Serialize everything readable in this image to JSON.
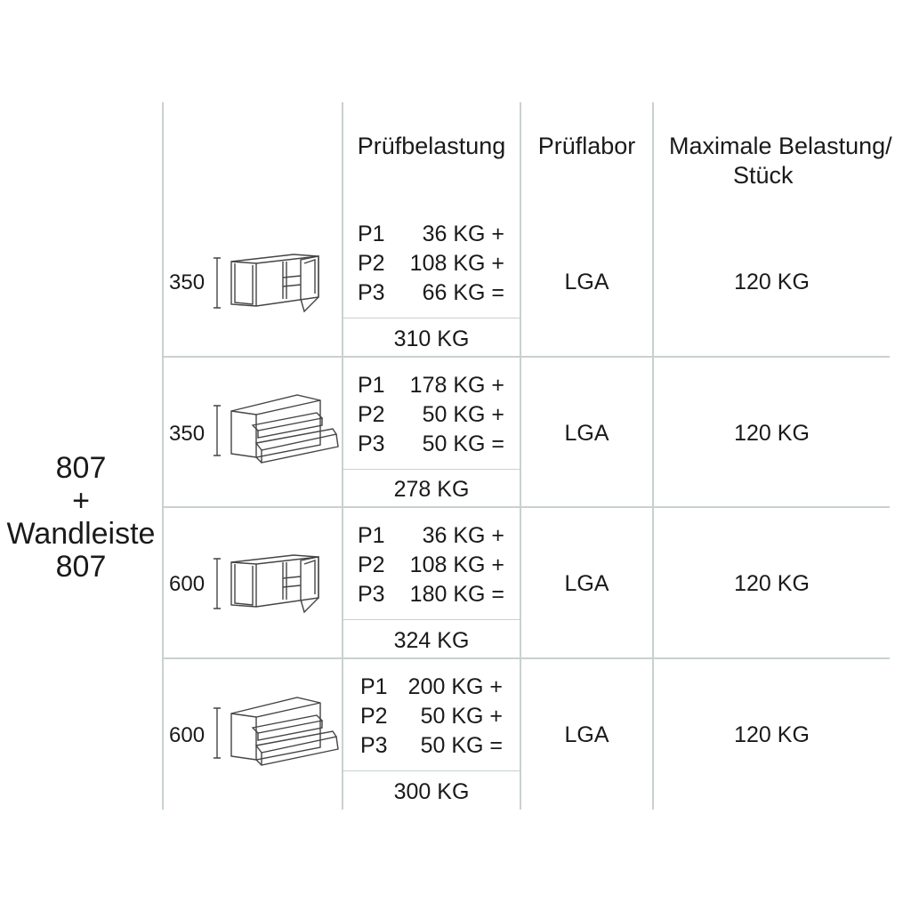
{
  "left_label": {
    "line1": "807",
    "line2": "+",
    "line3": "Wandleiste",
    "line4": "807"
  },
  "header": {
    "pruefbelastung": "Prüfbelastung",
    "prueflabor": "Prüflabor",
    "max_line1": "Maximale Belastung/",
    "max_line2": "Stück"
  },
  "rows": [
    {
      "dimension": "350",
      "cabinet_icon": "cabinet-doors-icon",
      "loads": [
        {
          "label": "P1",
          "value": "36 KG +"
        },
        {
          "label": "P2",
          "value": "108 KG +"
        },
        {
          "label": "P3",
          "value": "66 KG ="
        }
      ],
      "total": "310 KG",
      "labor": "LGA",
      "max": "120 KG"
    },
    {
      "dimension": "350",
      "cabinet_icon": "cabinet-drawers-icon",
      "loads": [
        {
          "label": "P1",
          "value": "178 KG +"
        },
        {
          "label": "P2",
          "value": "50 KG +"
        },
        {
          "label": "P3",
          "value": "50 KG ="
        }
      ],
      "total": "278 KG",
      "labor": "LGA",
      "max": "120 KG"
    },
    {
      "dimension": "600",
      "cabinet_icon": "cabinet-doors-icon",
      "loads": [
        {
          "label": "P1",
          "value": "36 KG +"
        },
        {
          "label": "P2",
          "value": "108 KG +"
        },
        {
          "label": "P3",
          "value": "180 KG ="
        }
      ],
      "total": "324 KG",
      "labor": "LGA",
      "max": "120 KG"
    },
    {
      "dimension": "600",
      "cabinet_icon": "cabinet-drawers-icon",
      "loads": [
        {
          "label": "P1",
          "value": "200 KG +"
        },
        {
          "label": "P2",
          "value": "50 KG +"
        },
        {
          "label": "P3",
          "value": "50 KG ="
        }
      ],
      "total": "300 KG",
      "labor": "LGA",
      "max": "120 KG"
    }
  ]
}
